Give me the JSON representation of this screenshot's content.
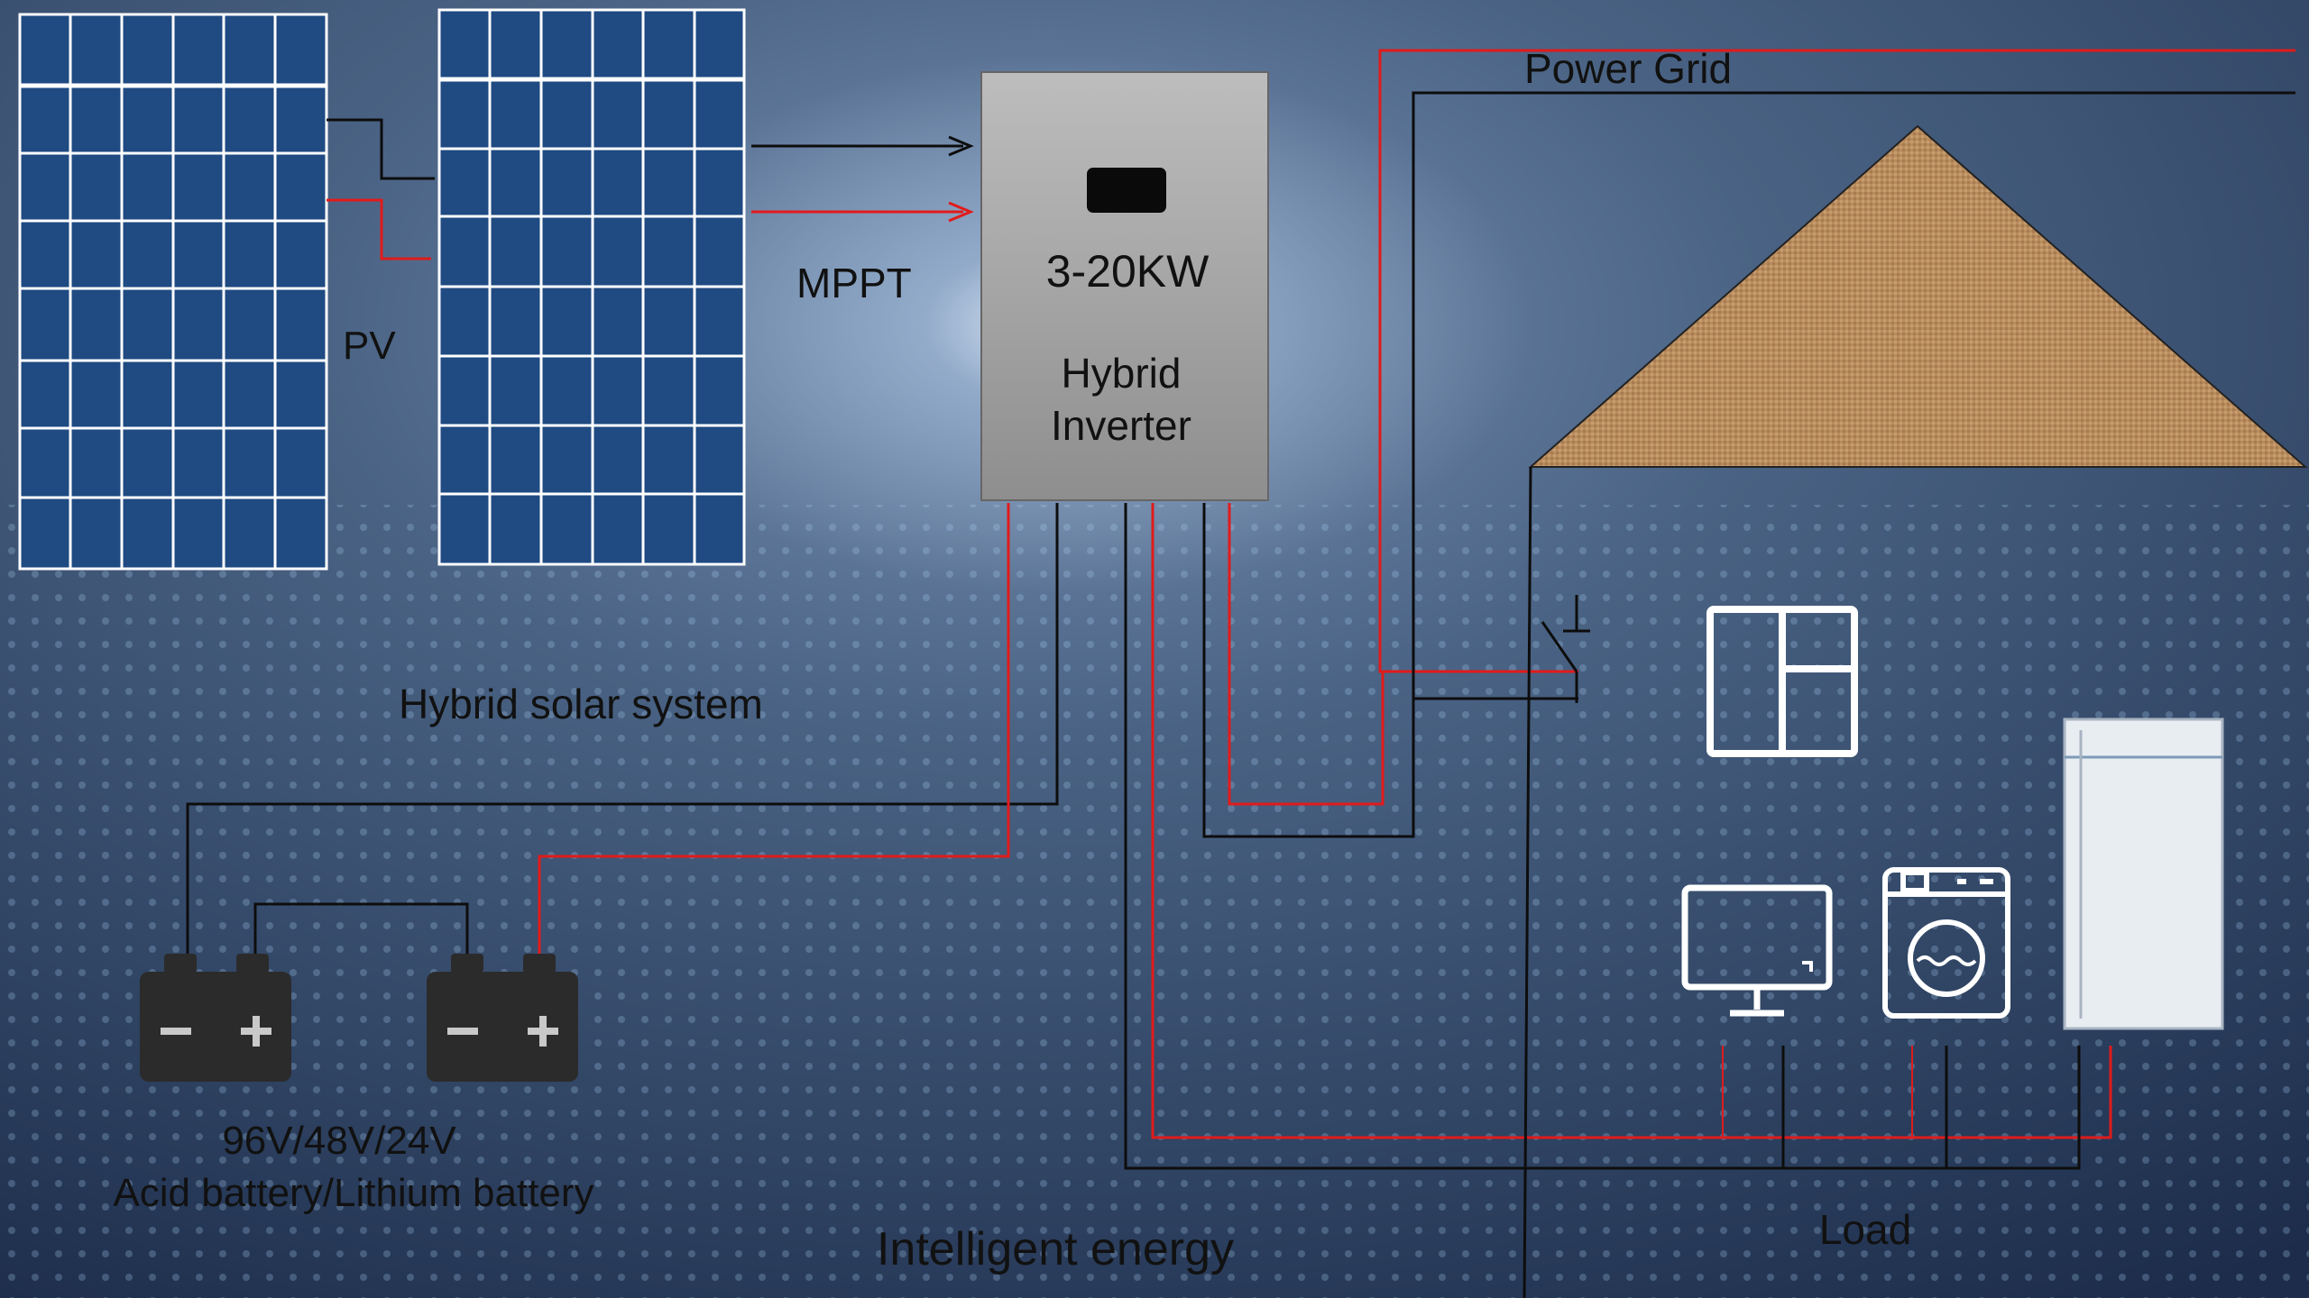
{
  "labels": {
    "pv": "PV",
    "mppt": "MPPT",
    "power_grid": "Power Grid",
    "inverter_power": "3-20KW",
    "inverter_line1": "Hybrid",
    "inverter_line2": "Inverter",
    "system": "Hybrid solar system",
    "battery_voltage": "96V/48V/24V",
    "battery_type": "Acid battery/Lithium battery",
    "footer": "Intelligent energy",
    "load": "Load"
  },
  "colors": {
    "background_top": "#4a6384",
    "background_bottom": "#1c2c4a",
    "panel_fill": "#1f4a82",
    "panel_grid": "#ffffff",
    "inverter_fill": "#a6a6a6",
    "roof_fill": "#b98c5e",
    "wire_red": "#e01b1b",
    "wire_black": "#0d0d0d",
    "text": "#111111",
    "battery_fill": "#2b2b2b",
    "appliance_stroke": "#ffffff",
    "fridge_fill": "#e8edf2"
  },
  "icons": [
    "solar-panel-icon",
    "battery-icon",
    "window-icon",
    "monitor-icon",
    "washing-machine-icon",
    "refrigerator-icon",
    "switch-icon"
  ]
}
